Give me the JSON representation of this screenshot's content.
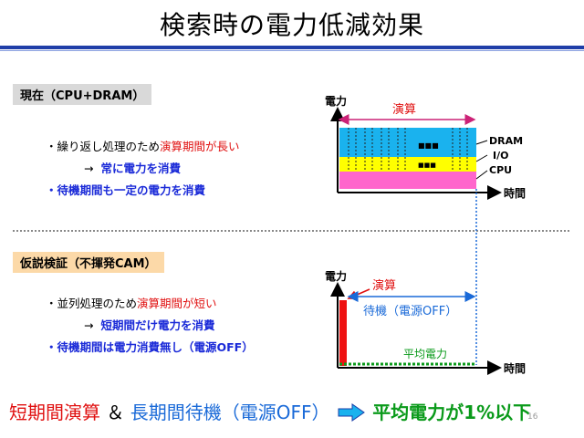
{
  "title": "検索時の電力低減効果",
  "section_current": {
    "label": "現在（CPU+DRAM）",
    "bullet1_prefix": "・繰り返し処理のため",
    "bullet1_highlight": "演算期間が長い",
    "bullet2_arrow": "→",
    "bullet2_text": "常に電力を消費",
    "bullet3": "・待機期間も一定の電力を消費"
  },
  "section_proposal": {
    "label": "仮説検証（不揮発CAM）",
    "bullet1_prefix": "・並列処理のため",
    "bullet1_highlight": "演算期間が短い",
    "bullet2_arrow": "→",
    "bullet2_text": "短期間だけ電力を消費",
    "bullet3": "・待機期間は電力消費無し（電源OFF）"
  },
  "chart_top": {
    "ylabel": "電力",
    "xlabel": "時間",
    "span_label": "演算",
    "layers": [
      "DRAM",
      "I/O",
      "CPU"
    ],
    "dots": "■■■",
    "colors": {
      "dram": "#1ab2ee",
      "io": "#ffff00",
      "cpu": "#ff66cc"
    }
  },
  "chart_bottom": {
    "ylabel": "電力",
    "xlabel": "時間",
    "compute_label": "演算",
    "standby_label": "待機（電源OFF）",
    "average_label": "平均電力",
    "colors": {
      "bar": "#ee1111",
      "avg": "#0a9a1a"
    }
  },
  "summary": {
    "part1": "短期間演算",
    "amp": "＆",
    "part2": "長期間待機（電源OFF）",
    "result": "平均電力が1%以下"
  },
  "page_number": "16"
}
